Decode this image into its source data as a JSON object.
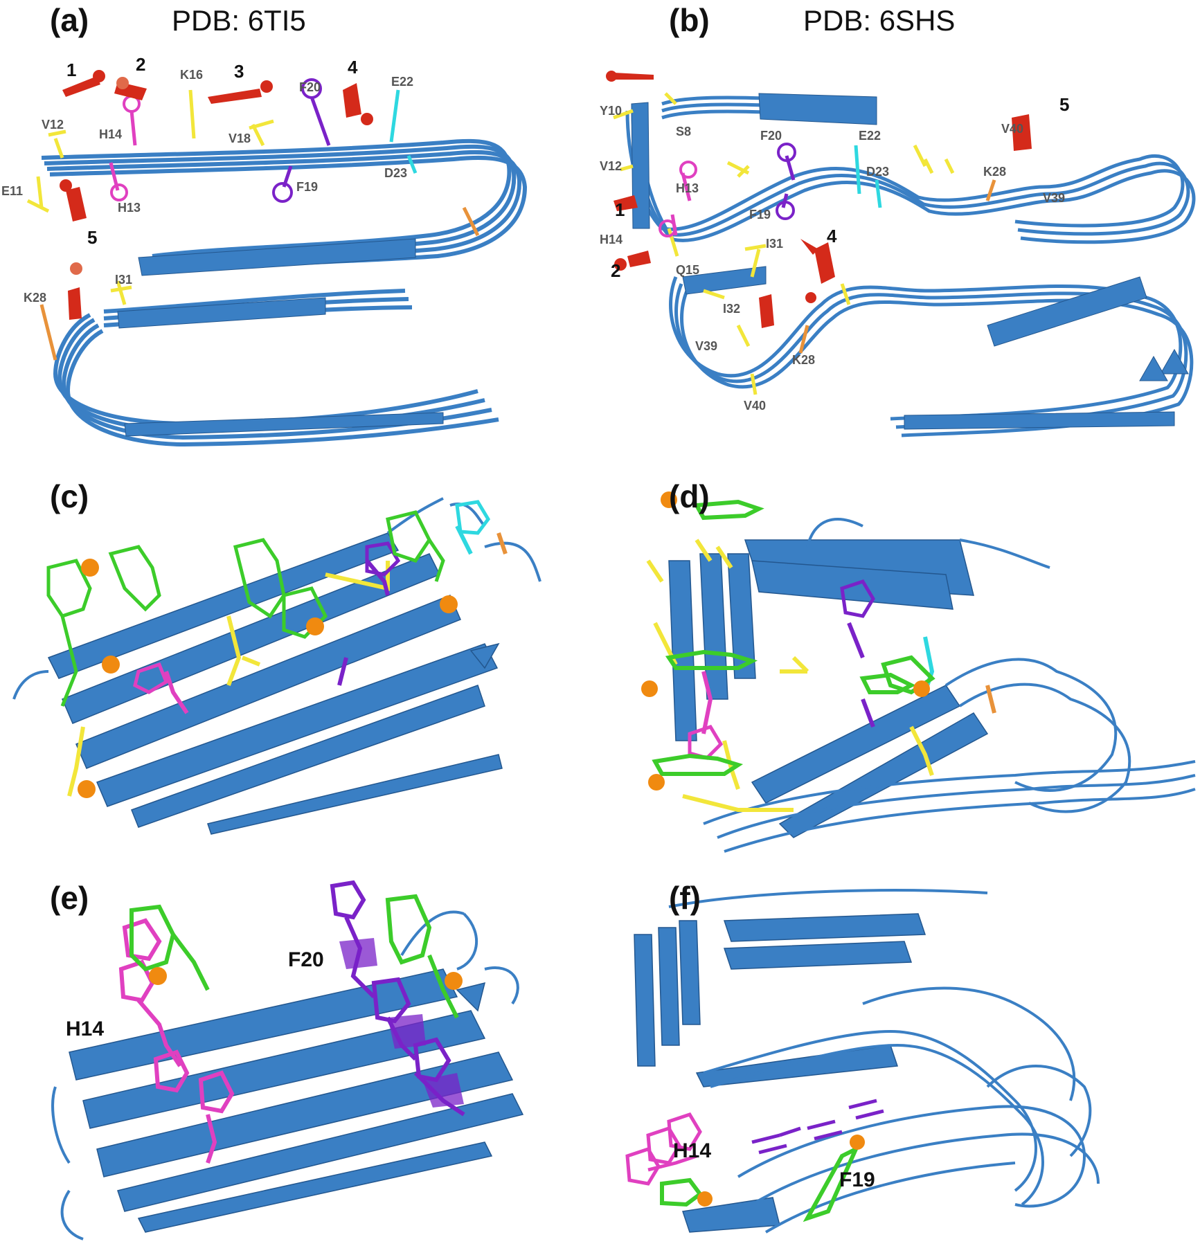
{
  "figure": {
    "panels": {
      "a": {
        "label": "(a)",
        "title": "PDB: 6TI5",
        "residues": [
          "V12",
          "H14",
          "K16",
          "V18",
          "F20",
          "E22",
          "E11",
          "H13",
          "F19",
          "D23",
          "K28",
          "I31"
        ],
        "sites": [
          "1",
          "2",
          "3",
          "4",
          "5"
        ]
      },
      "b": {
        "label": "(b)",
        "title": "PDB: 6SHS",
        "residues": [
          "Y10",
          "S8",
          "V12",
          "H13",
          "H14",
          "Q15",
          "F20",
          "E22",
          "D23",
          "F19",
          "I31",
          "I32",
          "V39",
          "V40",
          "K28",
          "K28",
          "V40",
          "V39"
        ],
        "sites": [
          "1",
          "2",
          "4",
          "5"
        ]
      },
      "c": {
        "label": "(c)"
      },
      "d": {
        "label": "(d)"
      },
      "e": {
        "label": "(e)",
        "residues": [
          "H14",
          "F20"
        ]
      },
      "f": {
        "label": "(f)",
        "residues": [
          "H14",
          "F19"
        ]
      }
    }
  },
  "colors": {
    "ribbon": "#3a7fc4",
    "ribbon_dark": "#23578f",
    "hydrophobic": "#f2e63a",
    "histidine": "#e040c0",
    "phenylalanine": "#7a22c8",
    "acidic": "#2ed8e0",
    "lysine": "#e8923a",
    "ligand_site": "#d42a1a",
    "ligand_carbon": "#3ccc2a",
    "metal": "#f08a10"
  }
}
